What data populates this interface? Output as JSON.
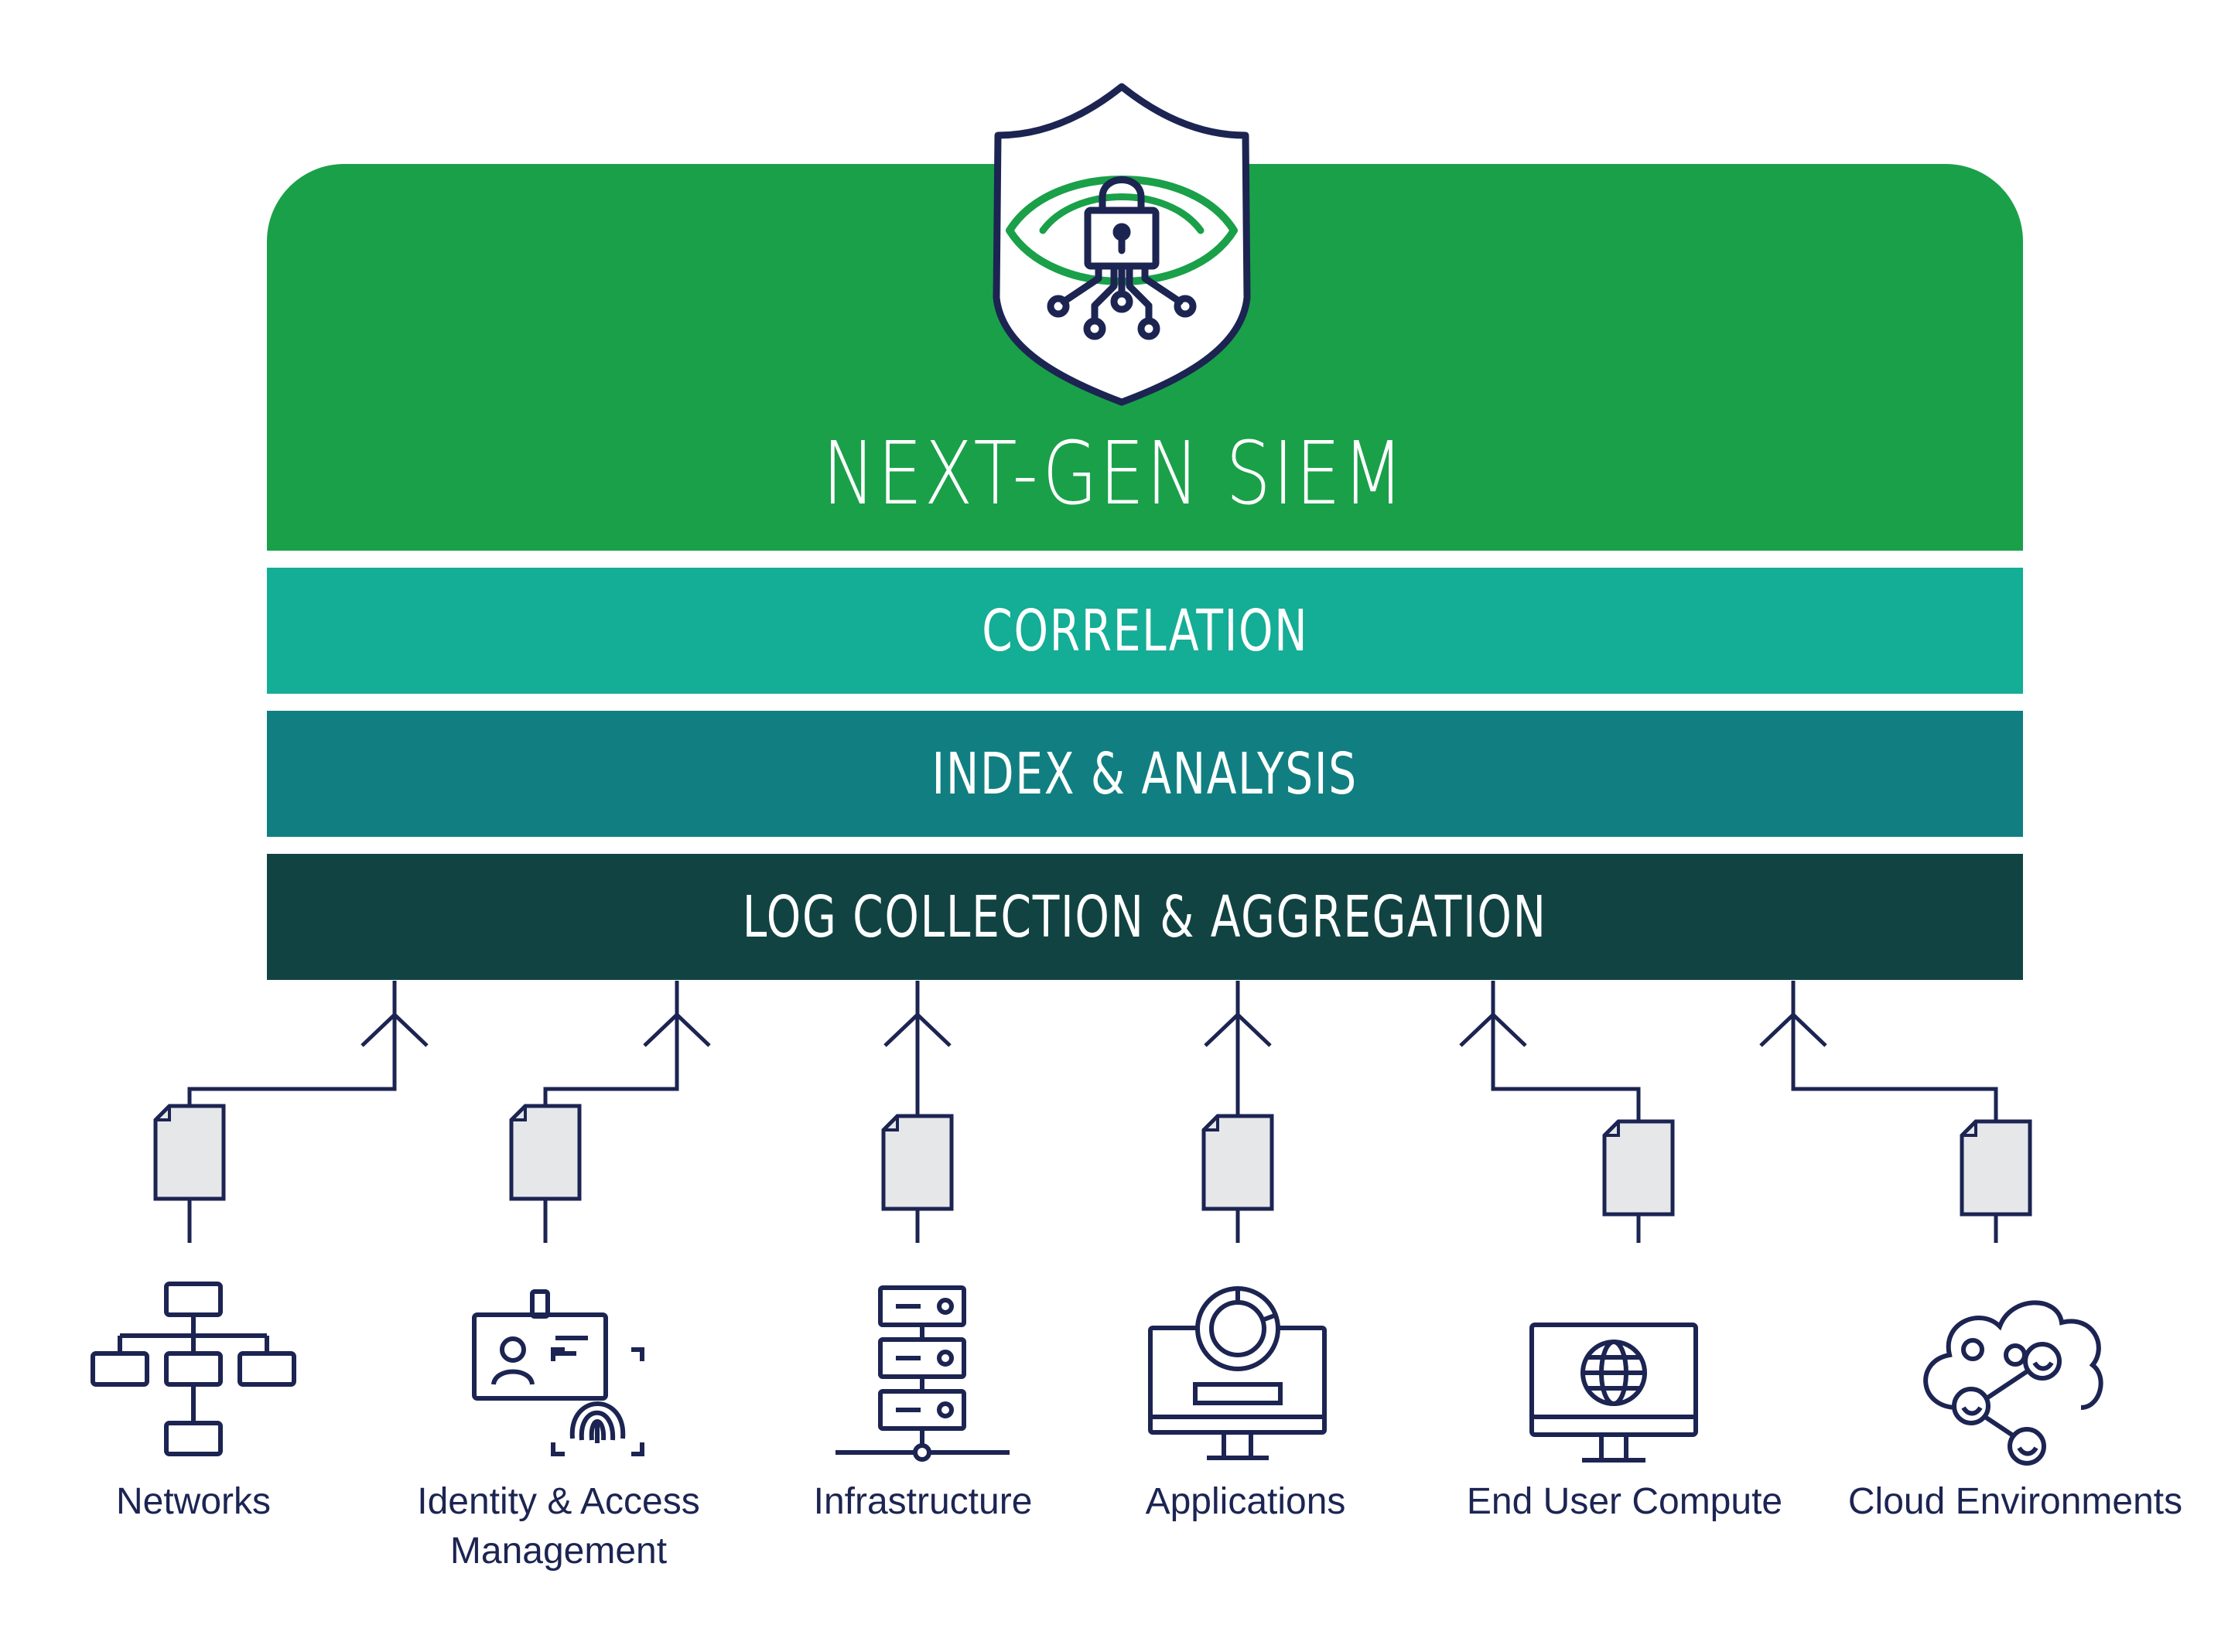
{
  "title": "NEXT-GEN SIEM",
  "layers": [
    {
      "label": "CORRELATION"
    },
    {
      "label": "INDEX & ANALYSIS"
    },
    {
      "label": "LOG COLLECTION & AGGREGATION"
    }
  ],
  "sources": [
    {
      "label": "Networks",
      "icon": "network-hierarchy-icon"
    },
    {
      "label": "Identity & Access\nManagement",
      "icon": "id-badge-fingerprint-icon"
    },
    {
      "label": "Infrastructure",
      "icon": "server-rack-icon"
    },
    {
      "label": "Applications",
      "icon": "monitor-chart-icon"
    },
    {
      "label": "End User Compute",
      "icon": "monitor-globe-icon"
    },
    {
      "label": "Cloud Environments",
      "icon": "cloud-network-icon"
    }
  ],
  "colors": {
    "header_green": "#1aa049",
    "correlation_teal": "#14ad96",
    "index_teal": "#117f81",
    "log_dark": "#114342",
    "navy": "#1c2452",
    "doc_fill": "#e6e7e9"
  },
  "header_icon": "shield-eye-lock-icon"
}
